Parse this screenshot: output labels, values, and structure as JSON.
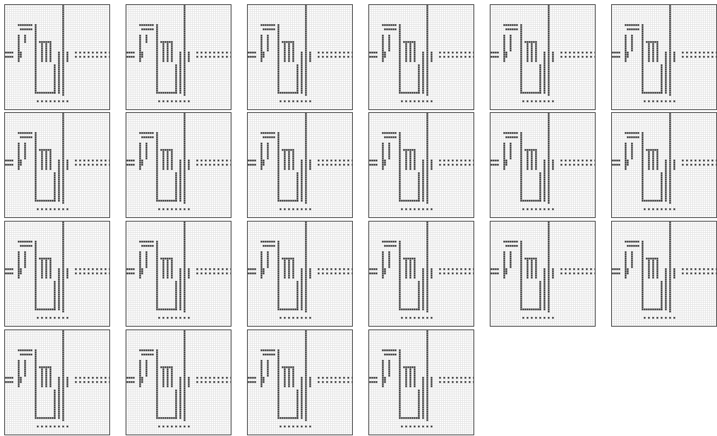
{
  "gallery": {
    "rows": 4,
    "columns": 6,
    "tile_count": 22,
    "grid_cells": 50,
    "ink_color": "#111111",
    "grid_line_color": "#e6e6e6",
    "border_color": "#404040"
  },
  "tiles": [
    {
      "row": 1,
      "col": 1,
      "variant": "gap-below-arch"
    },
    {
      "row": 1,
      "col": 2,
      "variant": "gap-below-arch"
    },
    {
      "row": 1,
      "col": 3,
      "variant": "base"
    },
    {
      "row": 1,
      "col": 4,
      "variant": "base"
    },
    {
      "row": 1,
      "col": 5,
      "variant": "base"
    },
    {
      "row": 1,
      "col": 6,
      "variant": "base"
    },
    {
      "row": 2,
      "col": 1,
      "variant": "base"
    },
    {
      "row": 2,
      "col": 2,
      "variant": "base"
    },
    {
      "row": 2,
      "col": 3,
      "variant": "base"
    },
    {
      "row": 2,
      "col": 4,
      "variant": "base"
    },
    {
      "row": 2,
      "col": 5,
      "variant": "base"
    },
    {
      "row": 2,
      "col": 6,
      "variant": "base"
    },
    {
      "row": 3,
      "col": 1,
      "variant": "base"
    },
    {
      "row": 3,
      "col": 2,
      "variant": "base"
    },
    {
      "row": 3,
      "col": 3,
      "variant": "base"
    },
    {
      "row": 3,
      "col": 4,
      "variant": "base"
    },
    {
      "row": 3,
      "col": 5,
      "variant": "base"
    },
    {
      "row": 3,
      "col": 6,
      "variant": "base"
    },
    {
      "row": 4,
      "col": 1,
      "variant": "base"
    },
    {
      "row": 4,
      "col": 2,
      "variant": "base"
    },
    {
      "row": 4,
      "col": 3,
      "variant": "base"
    },
    {
      "row": 4,
      "col": 4,
      "variant": "base"
    }
  ]
}
